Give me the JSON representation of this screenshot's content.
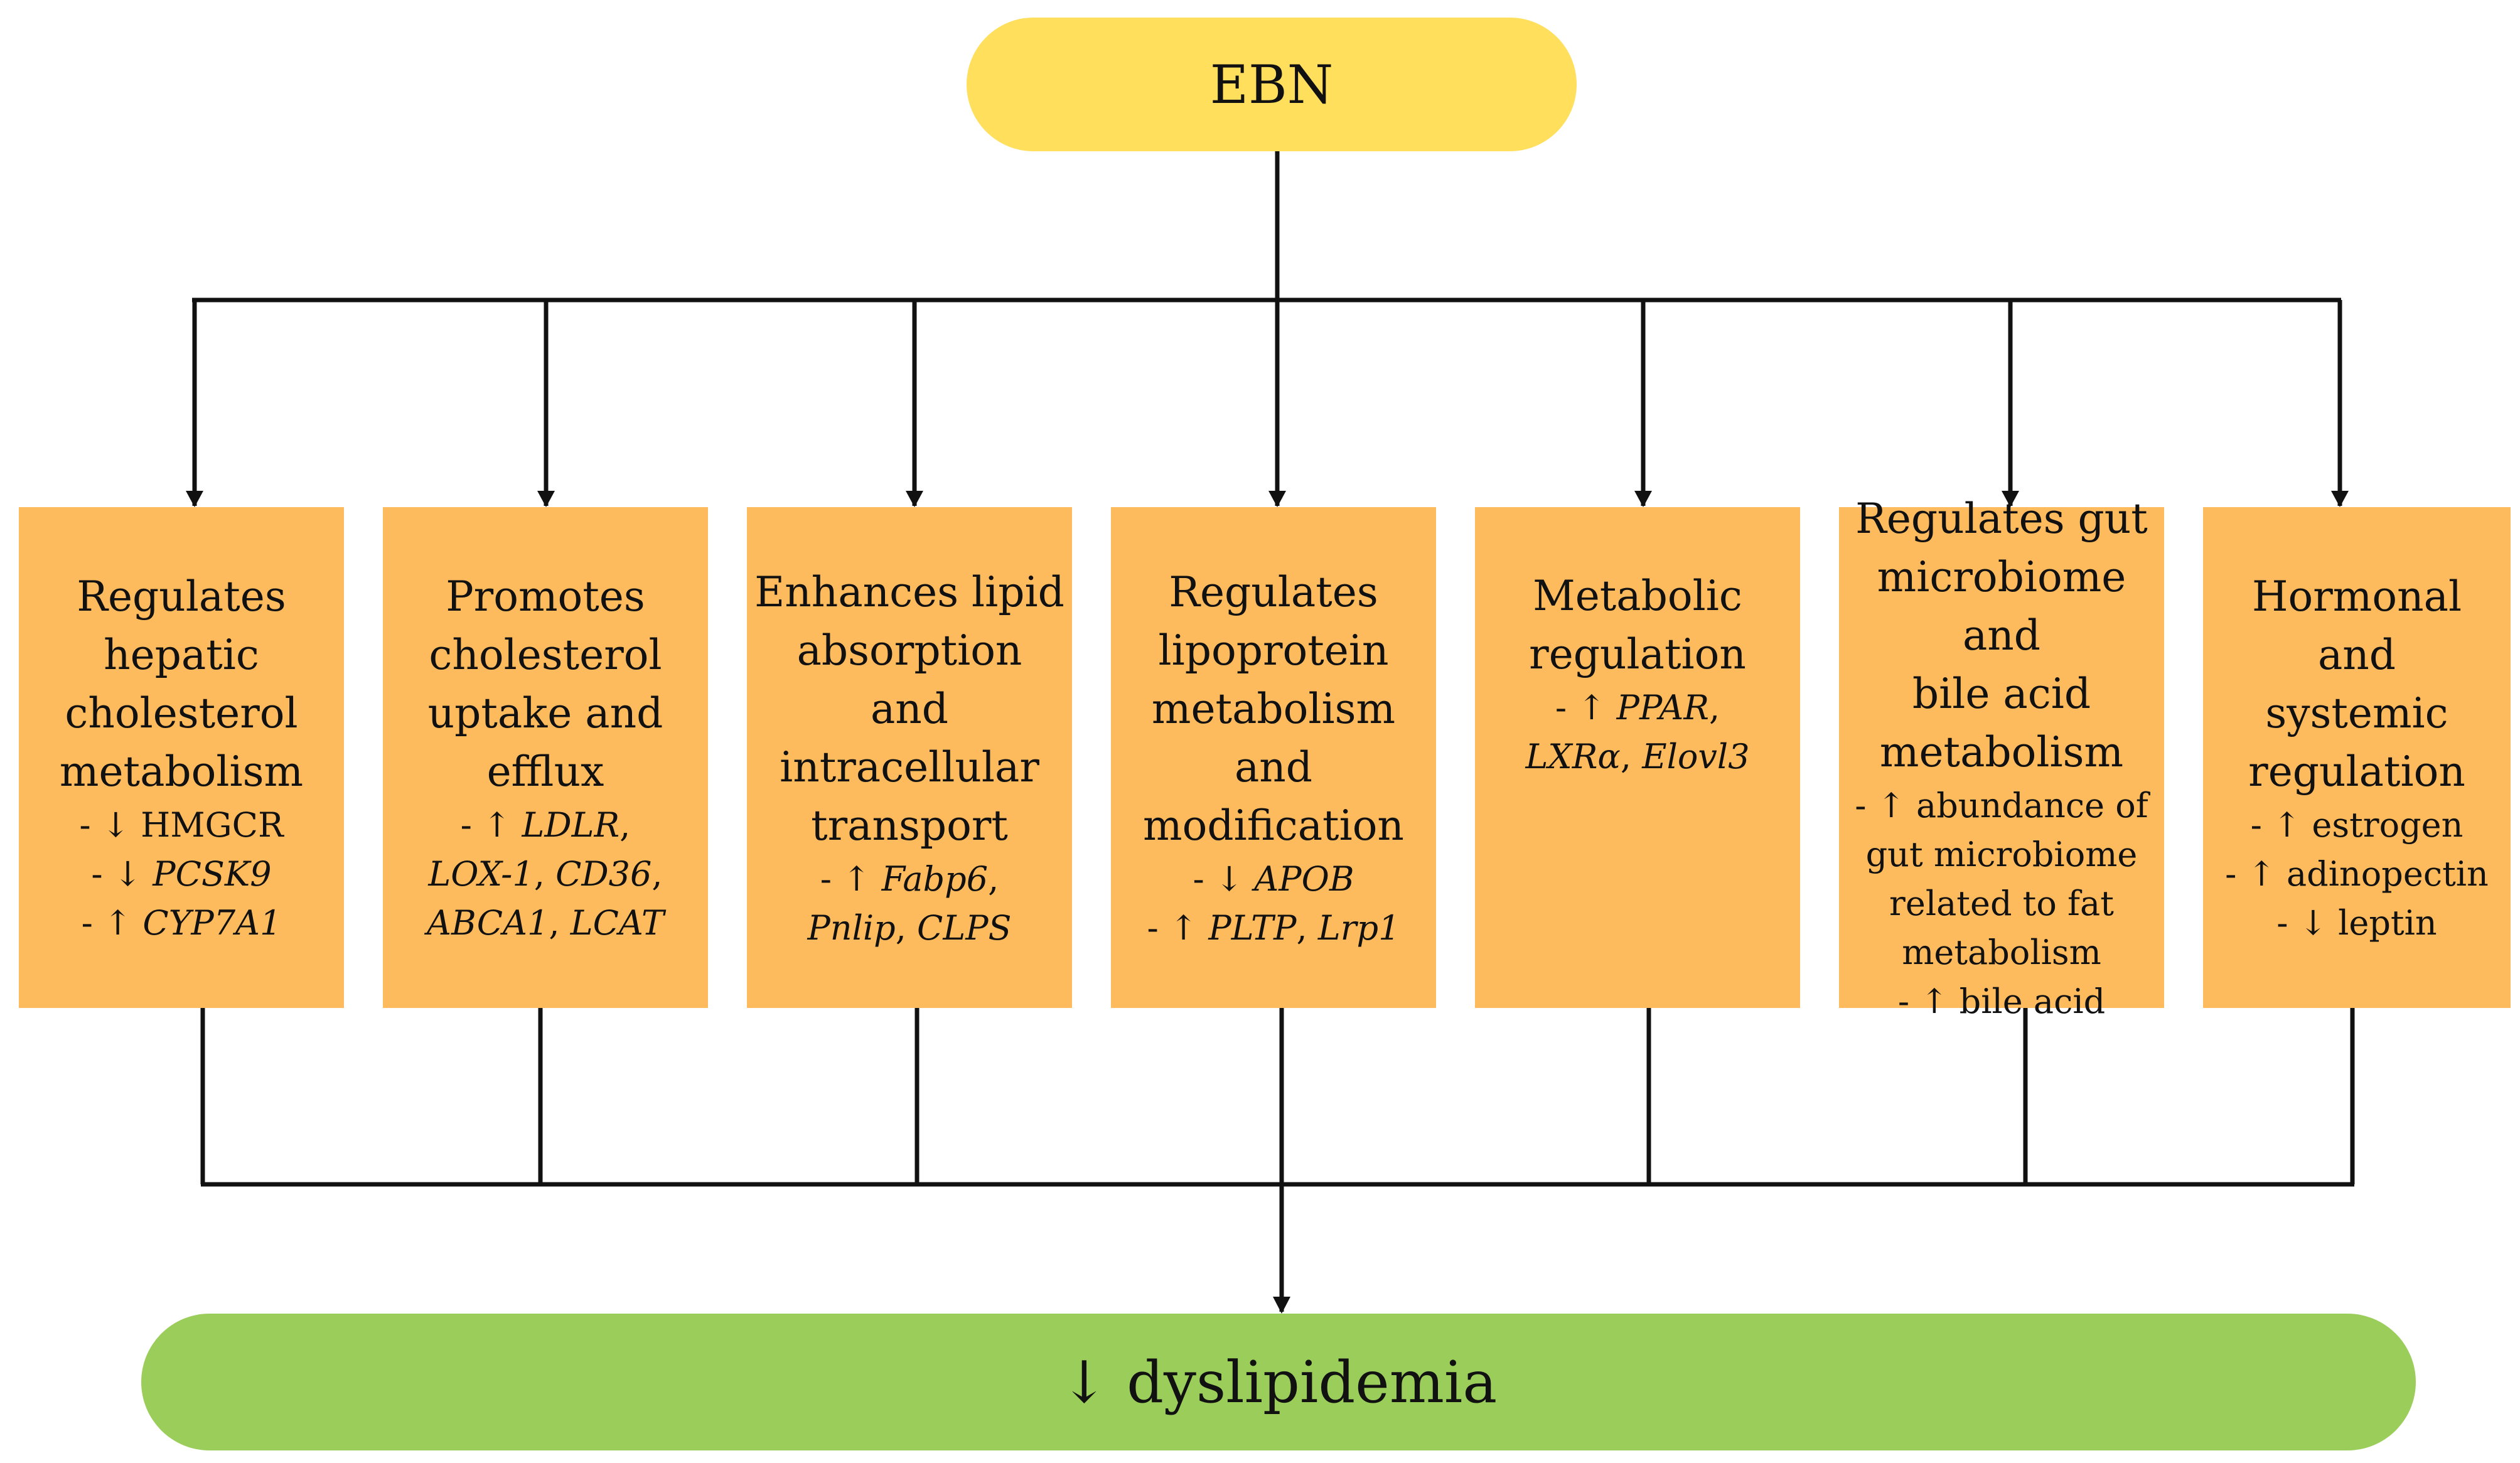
{
  "top_node": "EBN",
  "bottom_node": "↓ dyslipidemia",
  "colors": {
    "top": "#FFDF5C",
    "boxes": "#FDBB5D",
    "bottom": "#9ACD5A",
    "lines": "#111111"
  },
  "boxes": [
    {
      "title": [
        "Regulates",
        "hepatic",
        "cholesterol",
        "metabolism"
      ],
      "details": [
        [
          {
            "t": "- ↓ ",
            "i": false
          },
          {
            "t": "HMGCR",
            "i": false
          }
        ],
        [
          {
            "t": "- ↓ ",
            "i": false
          },
          {
            "t": "PCSK9",
            "i": true
          }
        ],
        [
          {
            "t": "- ↑ ",
            "i": false
          },
          {
            "t": "CYP7A1",
            "i": true
          }
        ]
      ]
    },
    {
      "title": [
        "Promotes",
        "cholesterol",
        "uptake and",
        "efflux"
      ],
      "details": [
        [
          {
            "t": "- ↑ ",
            "i": false
          },
          {
            "t": "LDLR",
            "i": true
          },
          {
            "t": ",",
            "i": false
          }
        ],
        [
          {
            "t": "LOX-1",
            "i": true
          },
          {
            "t": ", ",
            "i": false
          },
          {
            "t": "CD36",
            "i": true
          },
          {
            "t": ",",
            "i": false
          }
        ],
        [
          {
            "t": "ABCA1",
            "i": true
          },
          {
            "t": ", ",
            "i": false
          },
          {
            "t": "LCAT",
            "i": true
          }
        ]
      ]
    },
    {
      "title": [
        "Enhances lipid",
        "absorption and",
        "intracellular",
        "transport"
      ],
      "details": [
        [
          {
            "t": "- ↑ ",
            "i": false
          },
          {
            "t": "Fabp6",
            "i": true
          },
          {
            "t": ",",
            "i": false
          }
        ],
        [
          {
            "t": "Pnlip",
            "i": true
          },
          {
            "t": ", ",
            "i": false
          },
          {
            "t": "CLPS",
            "i": true
          }
        ]
      ]
    },
    {
      "title": [
        "Regulates",
        "lipoprotein",
        "metabolism and",
        "modification"
      ],
      "details": [
        [
          {
            "t": "- ↓ ",
            "i": false
          },
          {
            "t": "APOB",
            "i": true
          }
        ],
        [
          {
            "t": "- ↑ ",
            "i": false
          },
          {
            "t": "PLTP",
            "i": true
          },
          {
            "t": ", ",
            "i": false
          },
          {
            "t": "Lrp1",
            "i": true
          }
        ]
      ]
    },
    {
      "title": [
        "Metabolic",
        "regulation"
      ],
      "details": [
        [
          {
            "t": "- ↑ ",
            "i": false
          },
          {
            "t": "PPAR",
            "i": true
          },
          {
            "t": ",",
            "i": false
          }
        ],
        [
          {
            "t": "LXRα",
            "i": true
          },
          {
            "t": ", ",
            "i": false
          },
          {
            "t": "Elovl3",
            "i": true
          }
        ]
      ]
    },
    {
      "title": [
        "Regulates gut",
        "microbiome and",
        "bile acid",
        "metabolism"
      ],
      "details": [
        [
          {
            "t": "- ↑ abundance of",
            "i": false
          }
        ],
        [
          {
            "t": "gut microbiome",
            "i": false
          }
        ],
        [
          {
            "t": "related to fat",
            "i": false
          }
        ],
        [
          {
            "t": "metabolism",
            "i": false
          }
        ],
        [
          {
            "t": "- ↑ bile acid",
            "i": false
          }
        ]
      ]
    },
    {
      "title": [
        "Hormonal and",
        "systemic",
        "regulation"
      ],
      "details": [
        [
          {
            "t": "- ↑ estrogen",
            "i": false
          }
        ],
        [
          {
            "t": "- ↑ adinopectin",
            "i": false
          }
        ],
        [
          {
            "t": "- ↓ leptin",
            "i": false
          }
        ]
      ]
    }
  ]
}
